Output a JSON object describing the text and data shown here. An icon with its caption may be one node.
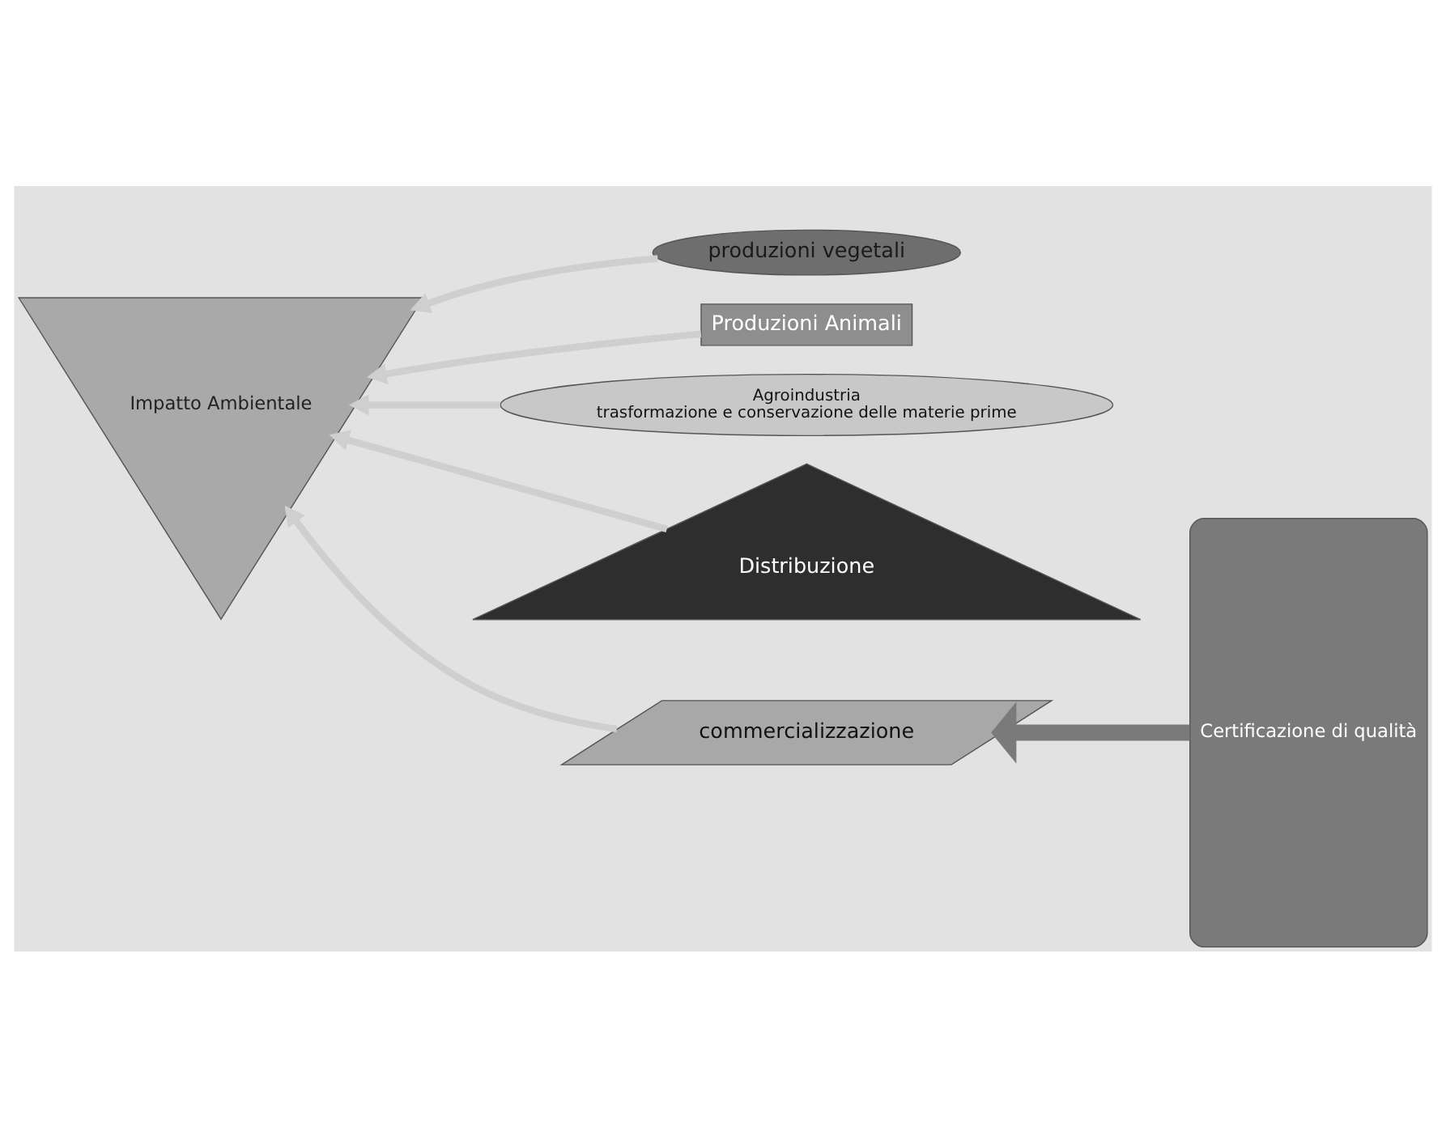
{
  "diagram": {
    "nodes": [
      {
        "text": [
          "Impatto Ambientale"
        ]
      },
      {
        "text": [
          "produzioni vegetali"
        ]
      },
      {
        "text": [
          "Produzioni Animali"
        ]
      },
      {
        "text": [
          "Agroindustria",
          "trasformazione e conservazione delle materie prime"
        ]
      },
      {
        "text": [
          "Distribuzione"
        ]
      },
      {
        "text": [
          "commercializzazione"
        ]
      },
      {
        "text": [
          "Certificazione di qualità"
        ]
      }
    ],
    "edges": [
      {
        "from": 1,
        "to": 0,
        "arrow": "to"
      },
      {
        "from": 2,
        "to": 0,
        "arrow": "to"
      },
      {
        "from": 3,
        "to": 0,
        "arrow": "to"
      },
      {
        "from": 4,
        "to": 0,
        "arrow": "to"
      },
      {
        "from": 5,
        "to": 0,
        "arrow": "to"
      },
      {
        "from": 6,
        "to": 5,
        "arrow": "to",
        "style": "thick",
        "color": "#7a7a7a"
      }
    ]
  }
}
